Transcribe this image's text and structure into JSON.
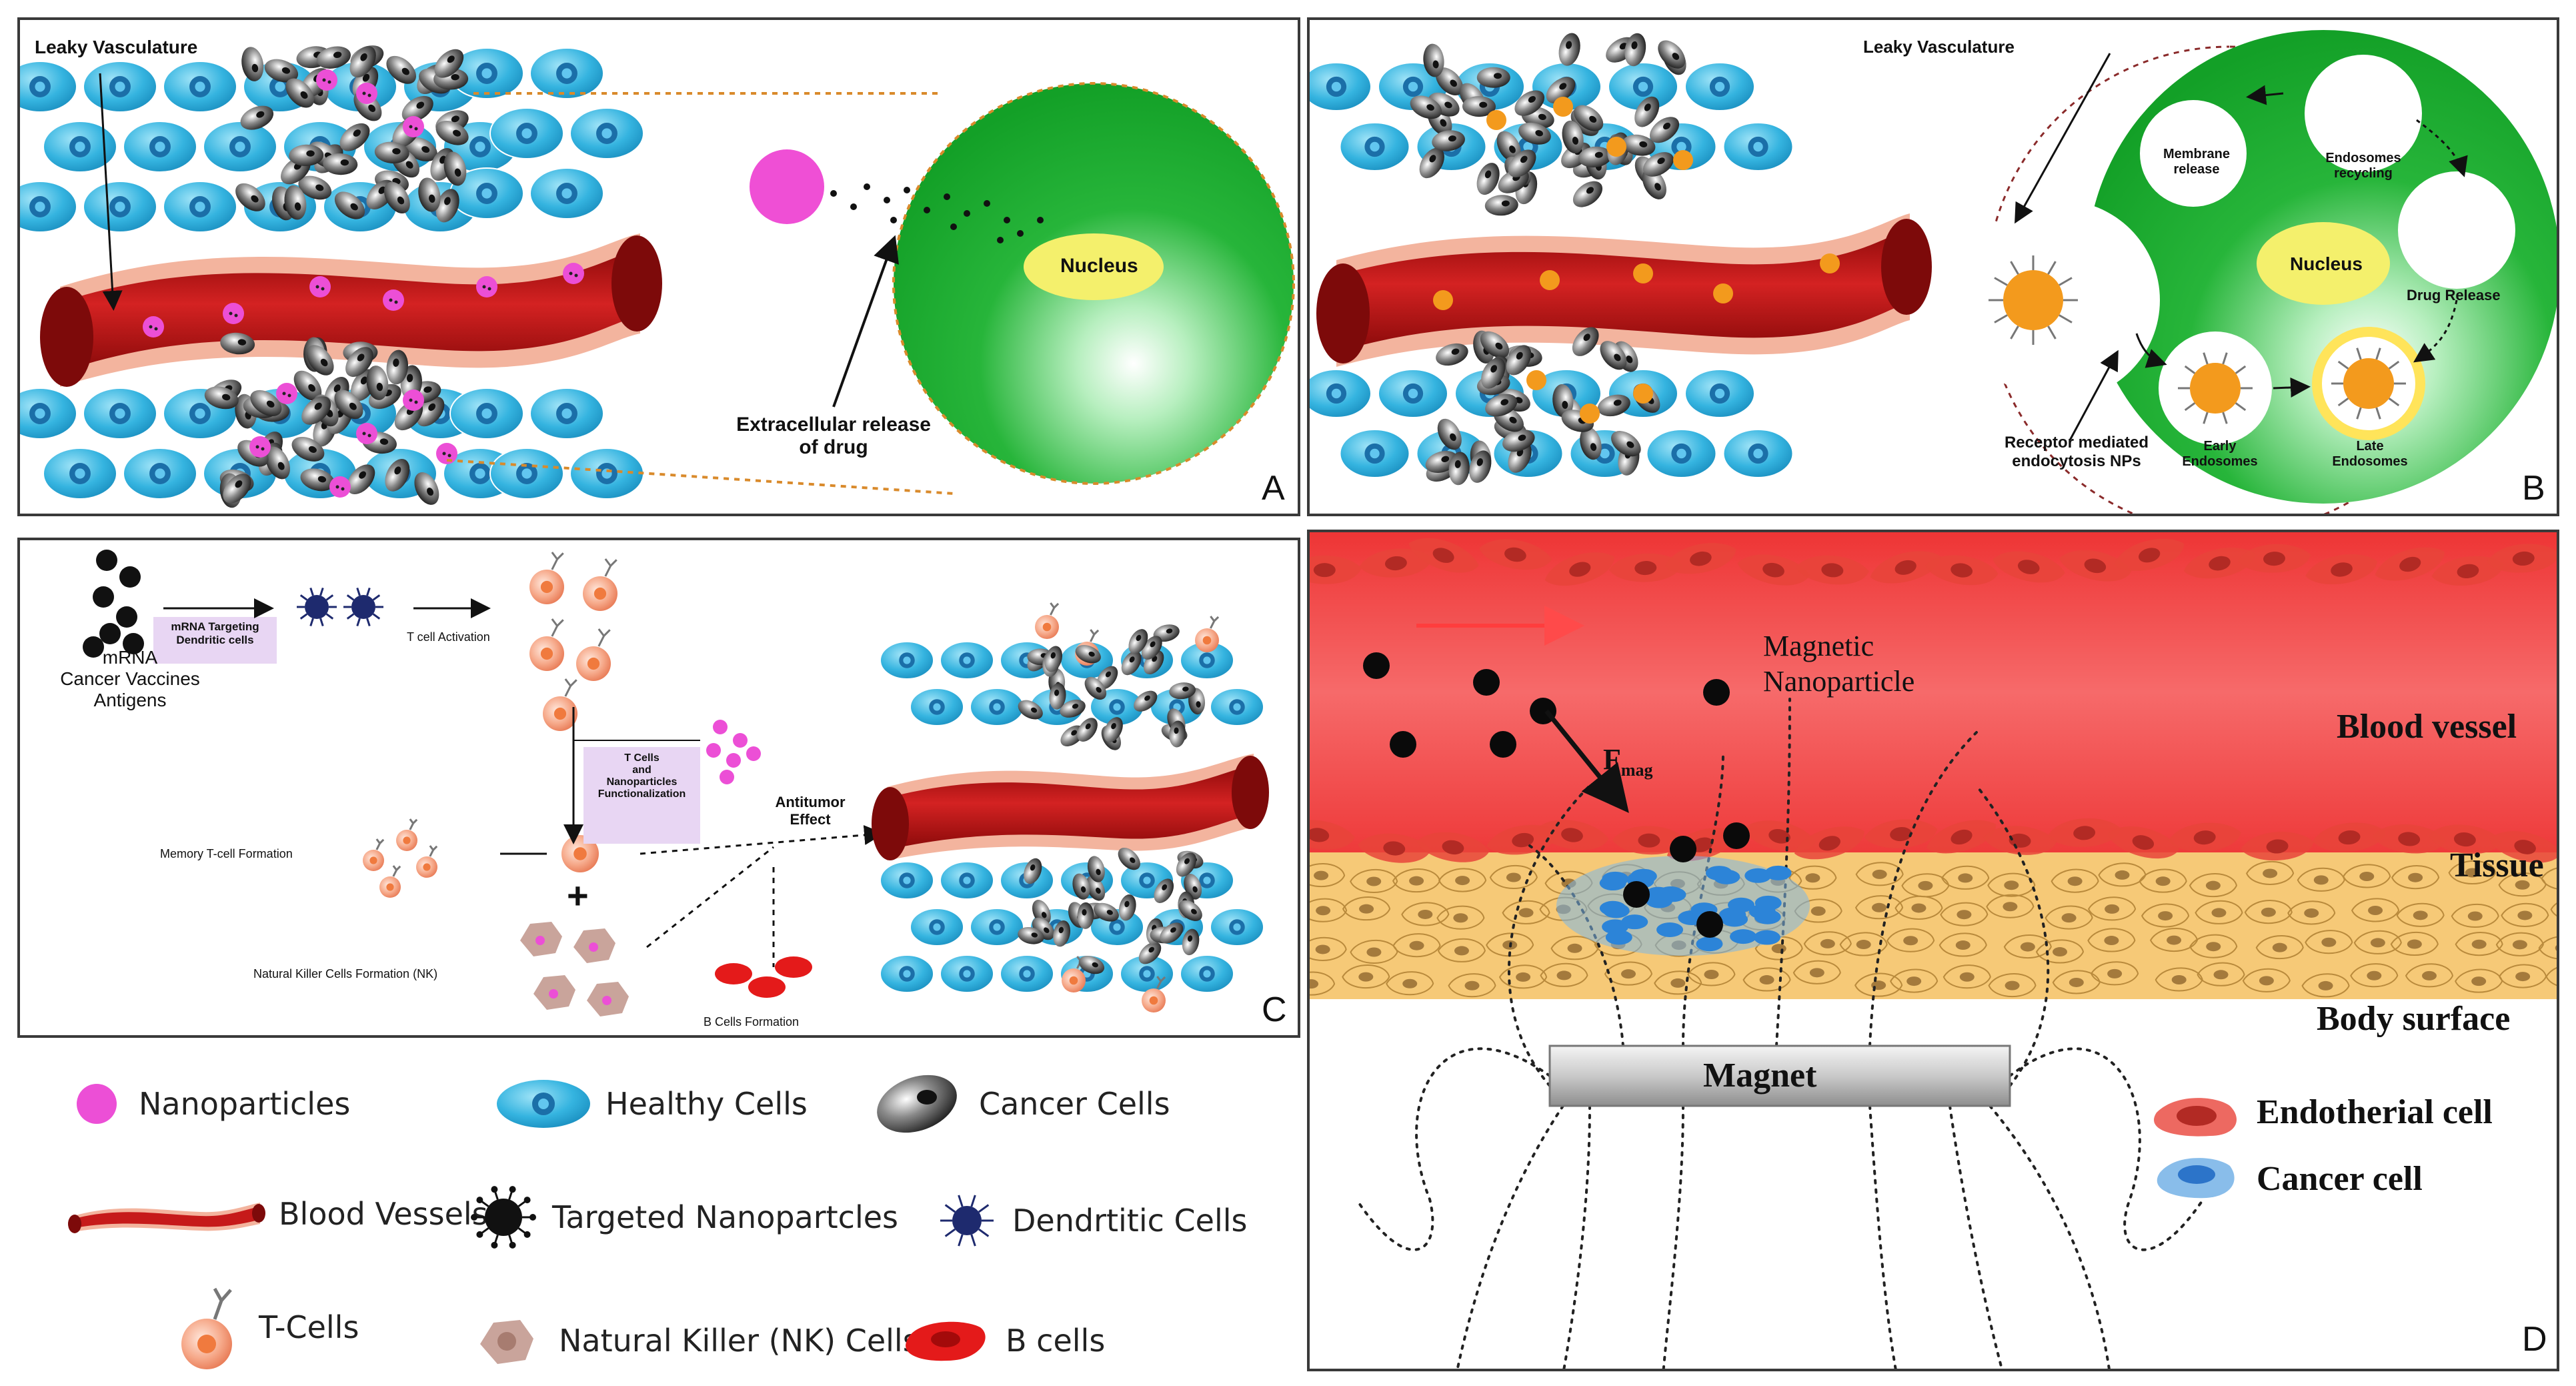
{
  "panel_a": {
    "label": "A",
    "leaky_vasculature": "Leaky Vasculature",
    "extracellular_release": "Extracellular release\nof drug",
    "nucleus": "Nucleus"
  },
  "panel_b": {
    "label": "B",
    "leaky_vasculature": "Leaky Vasculature",
    "membrane_release": "Membrane\nrelease",
    "endosomes_recycling": "Endosomes\nrecycling",
    "nucleus": "Nucleus",
    "drug_release": "Drug Release",
    "receptor_mediated": "Receptor mediated\nendocytosis NPs",
    "early_endosomes": "Early\nEndosomes",
    "late_endosomes": "Late\nEndosomes"
  },
  "panel_c": {
    "label": "C",
    "mrna_vaccines": "mRNA\nCancer Vaccines\nAntigens",
    "mrna_targeting": "mRNA Targeting\nDendritic cells",
    "t_cell_activation": "T cell Activation",
    "t_cells_functionalization": "T Cells\nand\nNanoparticles\nFunctionalization",
    "memory_t_cell": "Memory T-cell Formation",
    "plus": "+",
    "nk_formation": "Natural Killer Cells Formation (NK)",
    "b_cells_formation": "B Cells Formation",
    "antitumor_effect": "Antitumor\nEffect"
  },
  "panel_d": {
    "label": "D",
    "magnetic_nanoparticle": "Magnetic\nNanoparticle",
    "blood_vessel": "Blood vessel",
    "f_mag": "F",
    "f_mag_sub": "mag",
    "tissue": "Tissue",
    "body_surface": "Body surface",
    "magnet": "Magnet",
    "endothelial_cell": "Endotherial cell",
    "cancer_cell": "Cancer cell"
  },
  "legend": {
    "nanoparticles": "Nanoparticles",
    "healthy_cells": "Healthy Cells",
    "cancer_cells": "Cancer Cells",
    "blood_vessels": "Blood Vessels",
    "targeted_nanoparticles": "Targeted Nanopartcles",
    "dendritic_cells": "Dendrtitic Cells",
    "t_cells": "T-Cells",
    "nk_cells": "Natural Killer (NK) Cells",
    "b_cells": "B cells"
  },
  "colors": {
    "healthy_cell": "#2fb3df",
    "healthy_nucleus": "#1b6fa8",
    "vessel": "#c61a1a",
    "vessel_edge": "#f0b4a0",
    "nanoparticle": "#ec4fd6",
    "target_cell": "#1fa832",
    "nucleus_yellow": "#f3ef6a",
    "orange_np": "#f39a1d",
    "blood_red": "#ef3e3e",
    "tissue": "#f6c977",
    "magnet": "#c8c8c8",
    "endothelial": "#e8443a",
    "cancer_blue": "#2c84d8"
  },
  "icons": [
    "nanoparticle-icon",
    "healthy-cell-icon",
    "cancer-cell-icon",
    "blood-vessel-icon",
    "targeted-nanoparticle-icon",
    "dendritic-cell-icon",
    "t-cell-icon",
    "nk-cell-icon",
    "b-cell-icon",
    "magnet-icon"
  ]
}
